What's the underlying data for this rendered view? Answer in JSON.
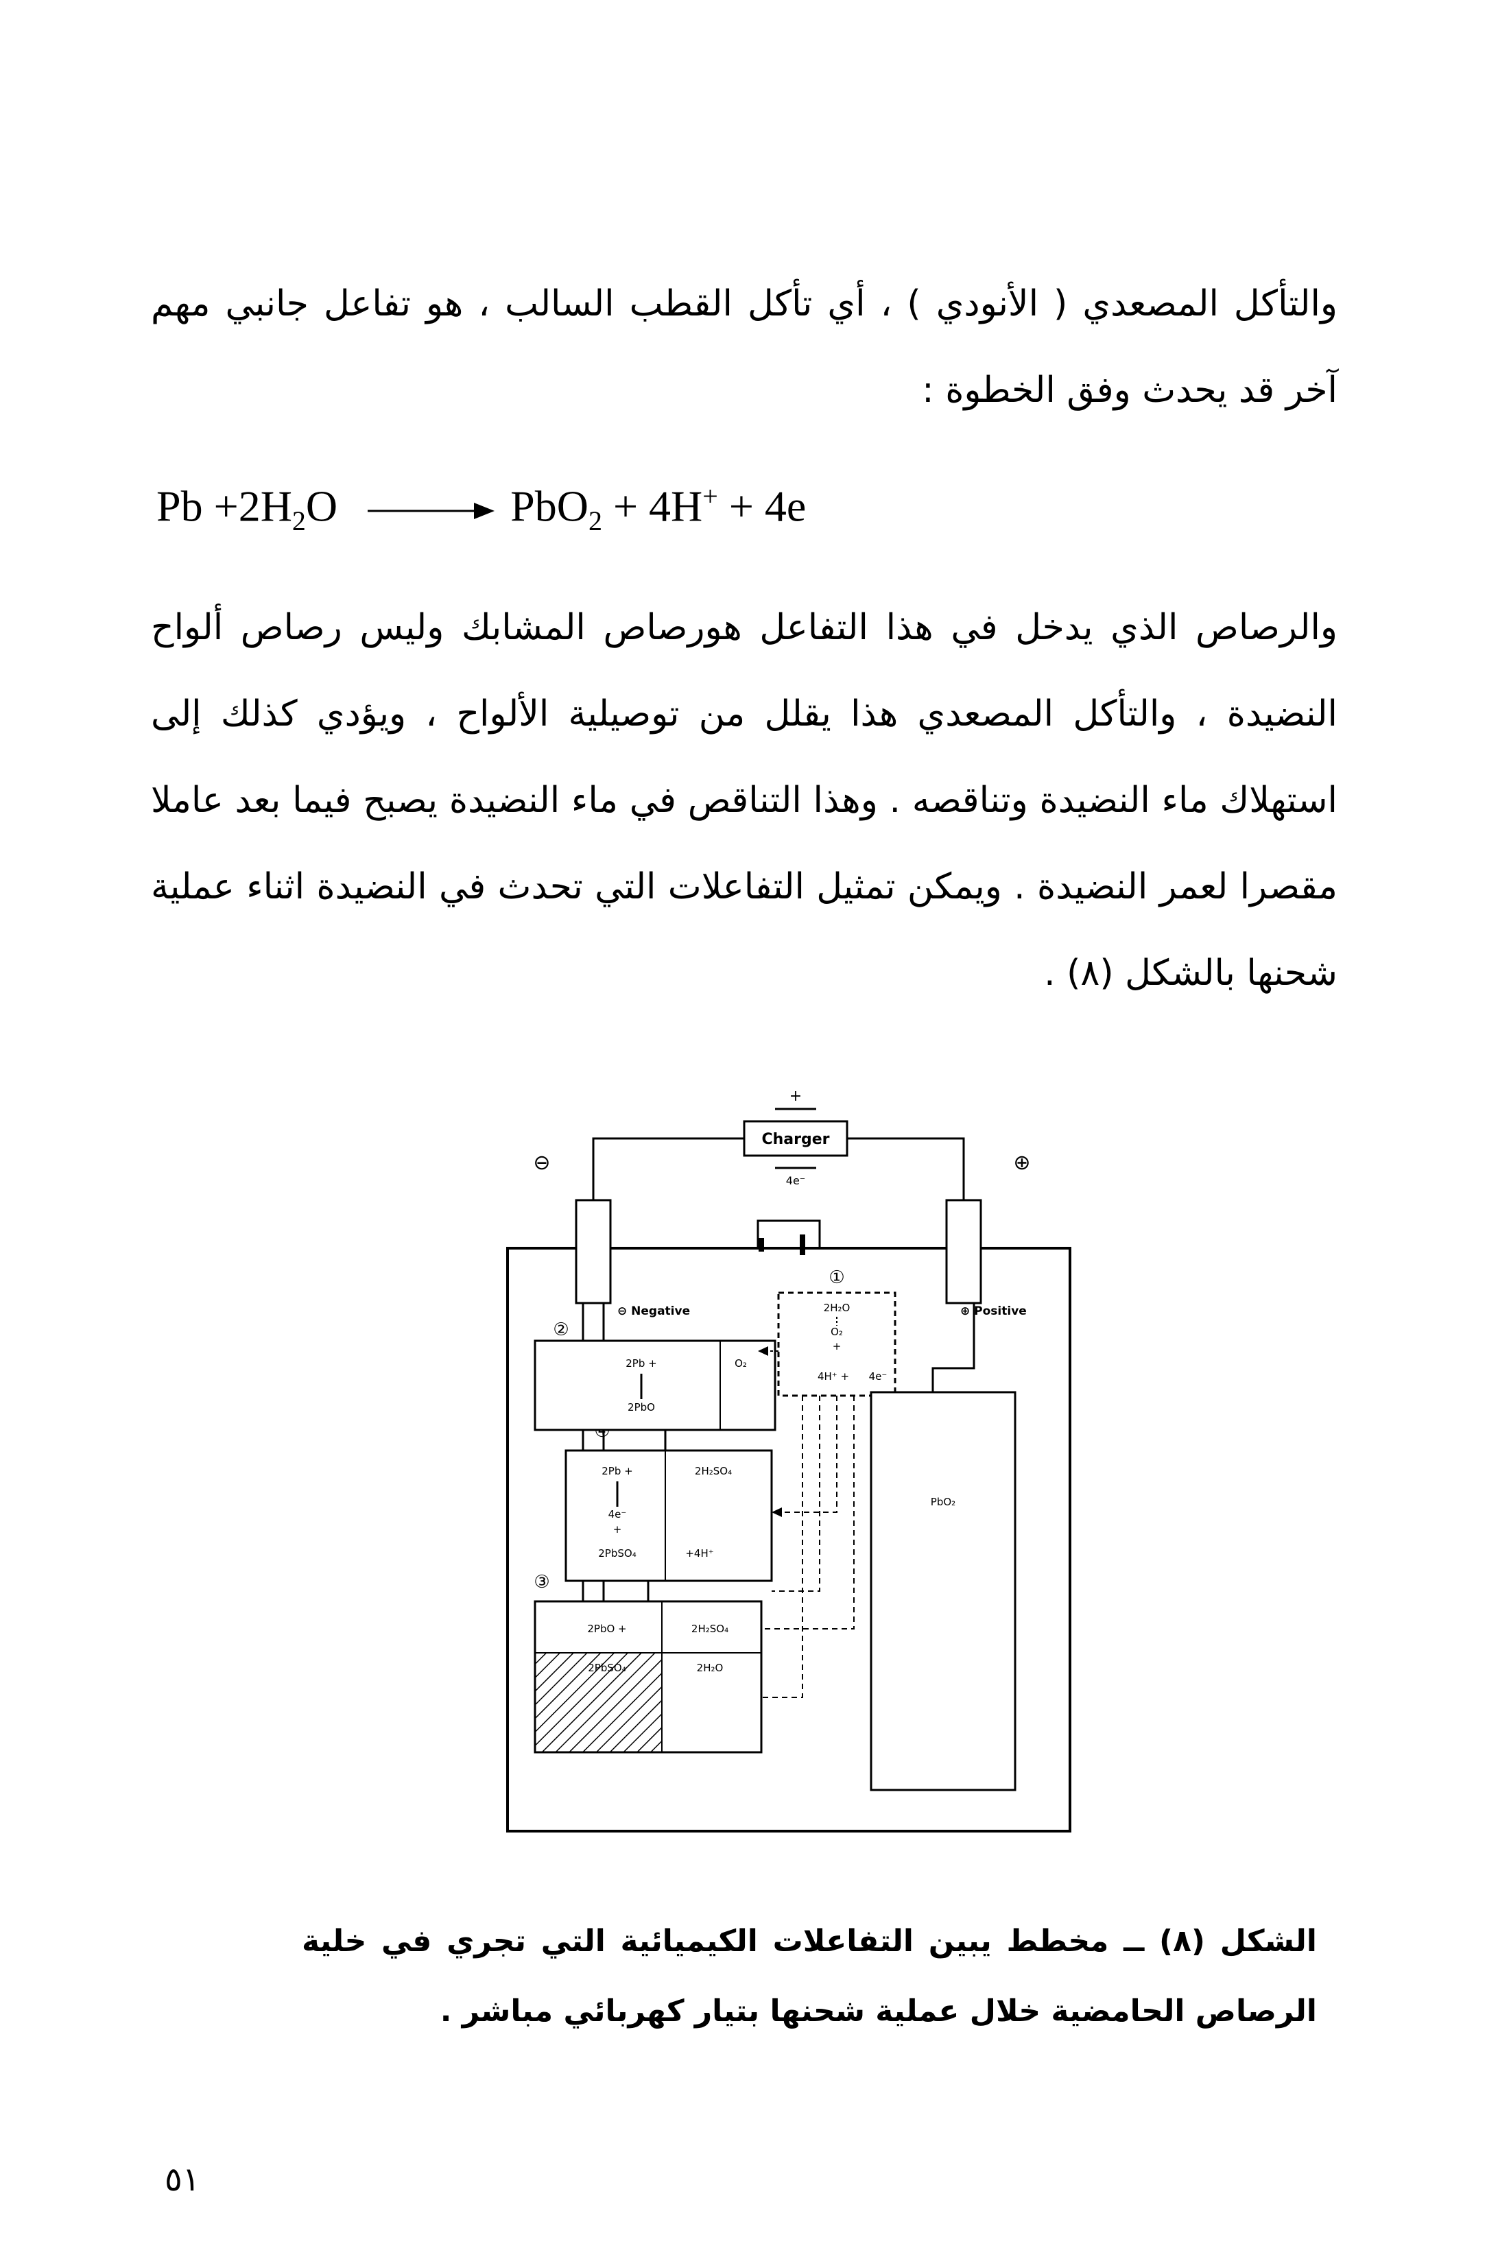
{
  "paragraph1": "والتأكل المصعدي ( الأنودي ) ، أي تأكل القطب السالب ، هو تفاعل جانبي مهم آخر قد يحدث وفق الخطوة :",
  "equation": {
    "lhs_a": "Pb +2H",
    "lhs_sub": "2",
    "lhs_b": "O",
    "rhs_a": "PbO",
    "rhs_sub": "2",
    "rhs_b": " + 4H",
    "rhs_sup": "+",
    "rhs_c": " + 4e"
  },
  "paragraph2": "والرصاص الذي يدخل في هذا التفاعل هورصاص المشابك وليس رصاص ألواح النضيدة ، والتأكل المصعدي هذا يقلل من توصيلية الألواح ، ويؤدي كذلك إلى استهلاك ماء النضيدة وتناقصه . وهذا التناقص في ماء النضيدة يصبح فيما بعد عاملا مقصرا لعمر النضيدة . ويمكن تمثيل التفاعلات التي تحدث في النضيدة اثناء عملية شحنها بالشكل (٨) .",
  "figure": {
    "charger_label": "Charger",
    "charger_top": "+",
    "charger_voltage": "4e⁻",
    "neg_terminal": "⊖",
    "pos_terminal": "⊕",
    "neg_plate_label": "⊖ Negative",
    "pos_plate_label": "⊕ Positive",
    "step1": "①",
    "step2": "②",
    "step3": "③",
    "step4": "④",
    "box1": [
      "2H₂O",
      "O₂",
      "+",
      "4H⁺ +",
      "4e⁻"
    ],
    "box2": [
      "2Pb +",
      "O₂",
      "2PbO"
    ],
    "box3_left": [
      "2Pb +",
      "4e⁻",
      "+",
      "2PbSO₄"
    ],
    "box3_right": [
      "2H₂SO₄",
      "+4H⁺"
    ],
    "box4_top": [
      "2PbO +",
      "2H₂SO₄"
    ],
    "box4_bottom": [
      "2PbSO₄",
      "2H₂O"
    ],
    "pos_plate_text": "PbO₂"
  },
  "caption": "الشكل (٨) ــ مخطط يبين التفاعلات الكيميائية التي تجري في خلية الرصاص الحامضية خلال عملية شحنها بتيار كهربائي مباشر .",
  "page_number": "٥١"
}
